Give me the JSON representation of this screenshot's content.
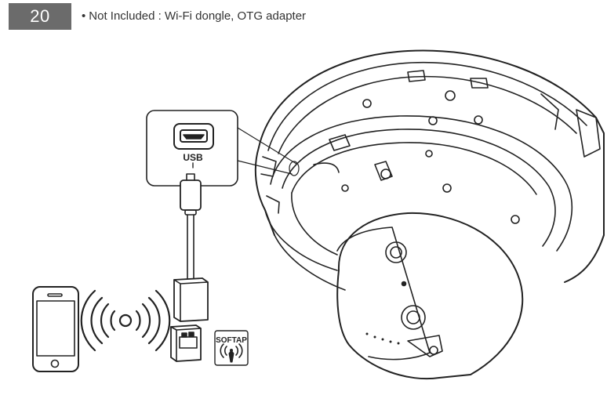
{
  "page": {
    "number": "20",
    "note_bullet": "•",
    "note_text": "Not Included : Wi-Fi dongle, OTG adapter"
  },
  "illustration": {
    "port_label": "USB",
    "softap_label": "SOFTAP"
  },
  "icons": [
    "smartphone-icon",
    "wifi-waves-icon",
    "usb-port-icon",
    "softap-wifi-icon",
    "dome-camera-illustration",
    "otg-adapter-illustration",
    "wifi-dongle-illustration"
  ],
  "colors": {
    "page_number_bg": "#6b6b6b",
    "line": "#222222"
  }
}
